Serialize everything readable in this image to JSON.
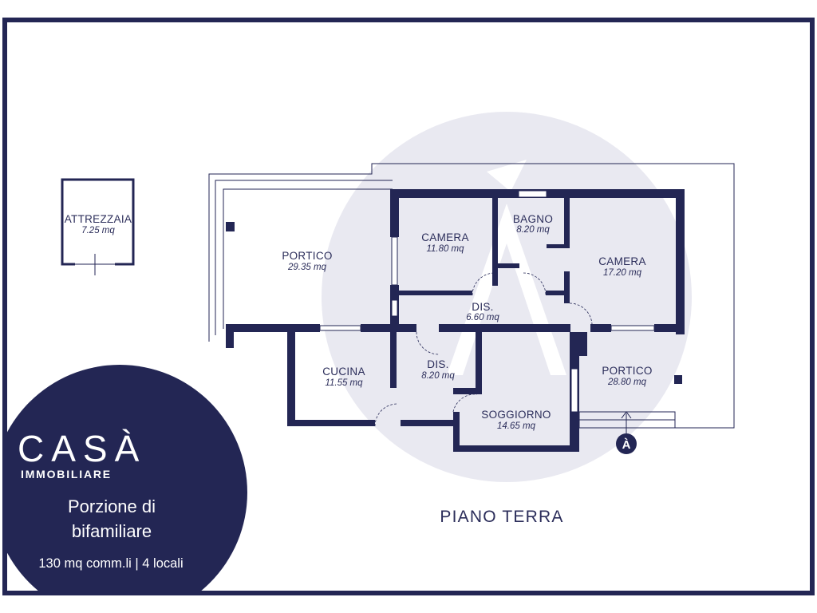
{
  "colors": {
    "frame": "#232654",
    "wall": "#232654",
    "watermark": "#e6e6ee",
    "badge_bg": "#232654",
    "text": "#2b2d5a"
  },
  "brand": {
    "name": "CASÀ",
    "subtitle": "IMMOBILIARE",
    "headline_line1": "Porzione di",
    "headline_line2": "bifamiliare",
    "details": "130 mq comm.li | 4 locali"
  },
  "floor_title": "PIANO TERRA",
  "north_marker": "À",
  "rooms": {
    "attrezzaia": {
      "label": "ATTREZZAIA",
      "area": "7.25 mq"
    },
    "portico_left": {
      "label": "PORTICO",
      "area": "29.35 mq"
    },
    "camera_1": {
      "label": "CAMERA",
      "area": "11.80 mq"
    },
    "bagno": {
      "label": "BAGNO",
      "area": "8.20 mq"
    },
    "camera_2": {
      "label": "CAMERA",
      "area": "17.20 mq"
    },
    "dis_1": {
      "label": "DIS.",
      "area": "6.60 mq"
    },
    "cucina": {
      "label": "CUCINA",
      "area": "11.55 mq"
    },
    "dis_2": {
      "label": "DIS.",
      "area": "8.20 mq"
    },
    "soggiorno": {
      "label": "SOGGIORNO",
      "area": "14.65 mq"
    },
    "portico_right": {
      "label": "PORTICO",
      "area": "28.80 mq"
    }
  }
}
